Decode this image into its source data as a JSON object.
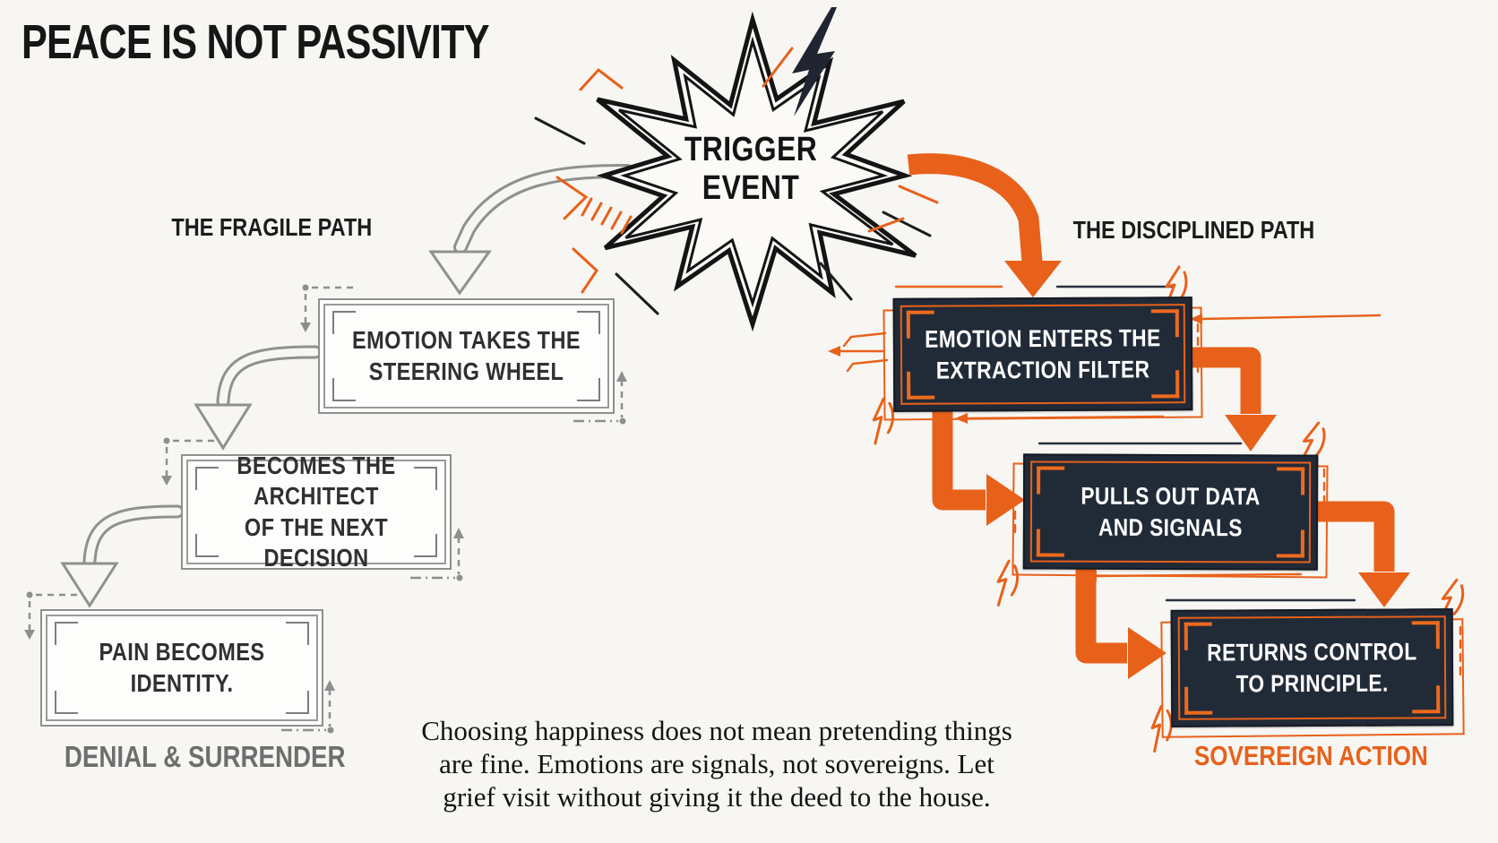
{
  "page": {
    "title": "PEACE IS NOT PASSIVITY"
  },
  "colors": {
    "accent_orange": "#e8611a",
    "dark_panel": "#212b38",
    "white_panel": "#fdfdfb",
    "muted_gray": "#8e8e8e",
    "title_black": "#161616"
  },
  "trigger": {
    "lines": [
      "TRIGGER",
      "EVENT"
    ]
  },
  "fragile_path": {
    "label": "THE FRAGILE PATH",
    "steps": [
      {
        "lines": [
          "EMOTION TAKES THE",
          "STEERING WHEEL"
        ]
      },
      {
        "lines": [
          "BECOMES THE ARCHITECT",
          "OF THE NEXT DECISION"
        ]
      },
      {
        "lines": [
          "PAIN BECOMES",
          "IDENTITY."
        ]
      }
    ],
    "outcome": "DENIAL & SURRENDER"
  },
  "disciplined_path": {
    "label": "THE DISCIPLINED PATH",
    "steps": [
      {
        "lines": [
          "EMOTION ENTERS THE",
          "EXTRACTION FILTER"
        ]
      },
      {
        "lines": [
          "PULLS OUT DATA",
          "AND SIGNALS"
        ]
      },
      {
        "lines": [
          "RETURNS CONTROL",
          "TO PRINCIPLE."
        ]
      }
    ],
    "outcome": "SOVEREIGN ACTION"
  },
  "quote": {
    "lines": [
      "Choosing happiness does not mean pretending things",
      "are fine. Emotions are signals, not sovereigns. Let",
      "grief visit without giving it the deed to the house."
    ]
  }
}
